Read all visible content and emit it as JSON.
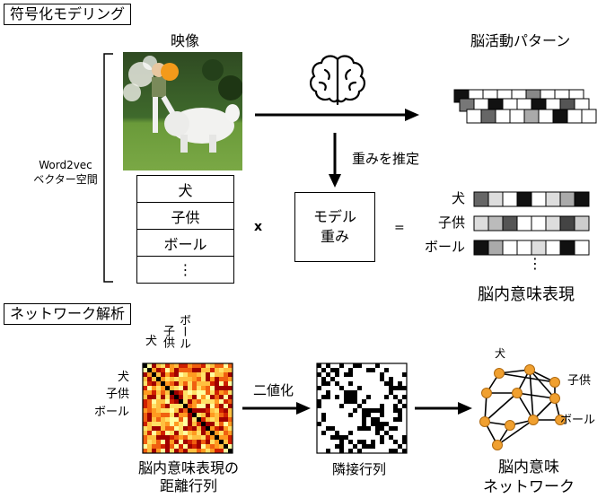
{
  "section1": {
    "title": "符号化モデリング",
    "image_label": "映像",
    "brain_label": "脳活動パターン",
    "space_label_line1": "Word2vec",
    "space_label_line2": "ベクター空間",
    "words": [
      "犬",
      "子供",
      "ボール",
      "⋮"
    ],
    "multiply": "x",
    "estimate_label": "重みを推定",
    "weights_line1": "モデル",
    "weights_line2": "重み",
    "equals": "=",
    "rep_words": [
      "犬",
      "子供",
      "ボール"
    ],
    "rep_dots": "⋮",
    "rep_label": "脳内意味表現"
  },
  "section2": {
    "title": "ネットワーク解析",
    "col_labels": [
      "犬",
      "子供",
      "ボール"
    ],
    "row_labels": [
      "犬",
      "子供",
      "ボール"
    ],
    "binarize_label": "二値化",
    "matrix_label_line1": "脳内意味表現の",
    "matrix_label_line2": "距離行列",
    "adjacency_label": "隣接行列",
    "network_line1": "脳内意味",
    "network_line2": "ネットワーク",
    "node_labels": [
      "犬",
      "子供",
      "ボール"
    ]
  },
  "colors": {
    "node_fill": "#f0a030",
    "heat_low": "#ffff80",
    "heat_high": "#c00000"
  }
}
